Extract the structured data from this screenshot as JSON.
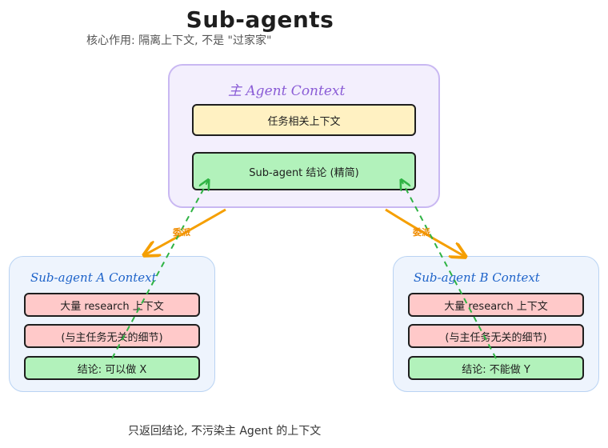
{
  "title": "Sub-agents",
  "subtitle": "核心作用: 隔离上下文, 不是 \"过家家\"",
  "main": {
    "title": "主 Agent Context",
    "task_context": "任务相关上下文",
    "conclusion": "Sub-agent 结论 (精简)"
  },
  "sub_a": {
    "title": "Sub-agent A Context",
    "research": "大量 research 上下文",
    "details": "(与主任务无关的细节)",
    "conclusion": "结论: 可以做 X"
  },
  "sub_b": {
    "title": "Sub-agent B Context",
    "research": "大量 research 上下文",
    "details": "(与主任务无关的细节)",
    "conclusion": "结论: 不能做 Y"
  },
  "arrows": {
    "delegate_left": "委派",
    "delegate_right": "委派"
  },
  "footer": "只返回结论, 不污染主 Agent 的上下文",
  "colors": {
    "delegate_arrow": "#f59f00",
    "return_arrow": "#2fb344",
    "main_panel": "#f3effd",
    "sub_panel": "#eef4fd"
  }
}
